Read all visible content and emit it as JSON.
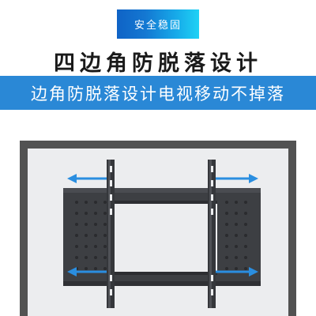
{
  "badge": {
    "text": "安全稳固"
  },
  "headline": {
    "text": "四边角防脱落设计"
  },
  "subbar": {
    "text": "边角防脱落设计电视移动不掉落"
  },
  "colors": {
    "badge_gradient_start": "#0f63c6",
    "badge_gradient_end": "#1fd2f5",
    "subbar_bg": "#2a88d6",
    "frame": "#525252",
    "photo_bg": "#ecedef",
    "bracket": "#3d3f43",
    "arrow": "#2a8ee0"
  },
  "photo": {
    "subject": "tv-wall-mount-bracket",
    "arrows": [
      "left",
      "right",
      "left",
      "right"
    ]
  }
}
